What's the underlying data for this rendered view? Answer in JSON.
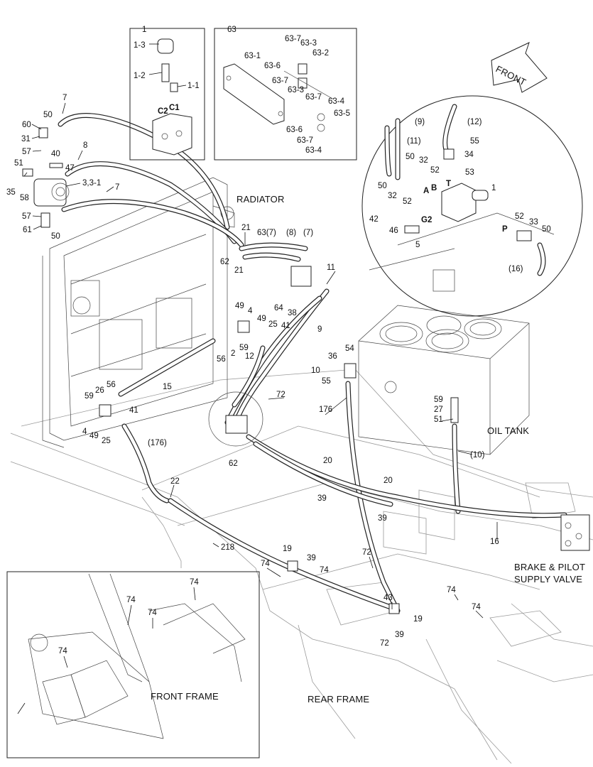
{
  "title_labels": {
    "radiator": "RADIATOR",
    "oil_tank": "OIL TANK",
    "brake_pilot_line1": "BRAKE & PILOT",
    "brake_pilot_line2": "SUPPLY VALVE",
    "front_frame": "FRONT FRAME",
    "rear_frame": "REAR FRAME",
    "front_arrow": "FRONT"
  },
  "inset_1": {
    "number": "1",
    "callouts": [
      "1-3",
      "1-2",
      "1-1"
    ],
    "ports": [
      "C2",
      "C1"
    ]
  },
  "inset_63": {
    "number": "63",
    "callouts": [
      "63-1",
      "63-7",
      "63-3",
      "63-2",
      "63-6",
      "63-7",
      "63-3",
      "63-7",
      "63-4",
      "63-5",
      "63-6",
      "63-7",
      "63-4"
    ]
  },
  "circle_detail": {
    "callouts": [
      "(9)",
      "(12)",
      "(11)",
      "55",
      "34",
      "50",
      "32",
      "52",
      "53",
      "50",
      "32",
      "52",
      "1",
      "42",
      "46",
      "5",
      "52",
      "33",
      "50",
      "(16)"
    ],
    "ports": [
      "A",
      "B",
      "T",
      "G2",
      "P"
    ]
  },
  "pump_callouts": [
    "60",
    "50",
    "31",
    "57",
    "40",
    "8",
    "51",
    "47",
    "3,3-1",
    "35",
    "58",
    "7",
    "57",
    "61",
    "50",
    "7"
  ],
  "main_callouts": [
    "21",
    "63(7)",
    "(8)",
    "(7)",
    "62",
    "21",
    "11",
    "64",
    "38",
    "49",
    "4",
    "49",
    "25",
    "41",
    "9",
    "56",
    "2",
    "59",
    "12",
    "10",
    "15",
    "36",
    "54",
    "55",
    "72",
    "176",
    "59",
    "27",
    "51",
    "(10)",
    "56",
    "26",
    "59",
    "4",
    "49",
    "25",
    "41",
    "(176)",
    "62",
    "20",
    "20",
    "39",
    "39",
    "22",
    "16",
    "218",
    "19",
    "39",
    "74",
    "74",
    "72",
    "43",
    "19",
    "39",
    "72",
    "74",
    "74",
    "74",
    "74",
    "74",
    "74"
  ]
}
